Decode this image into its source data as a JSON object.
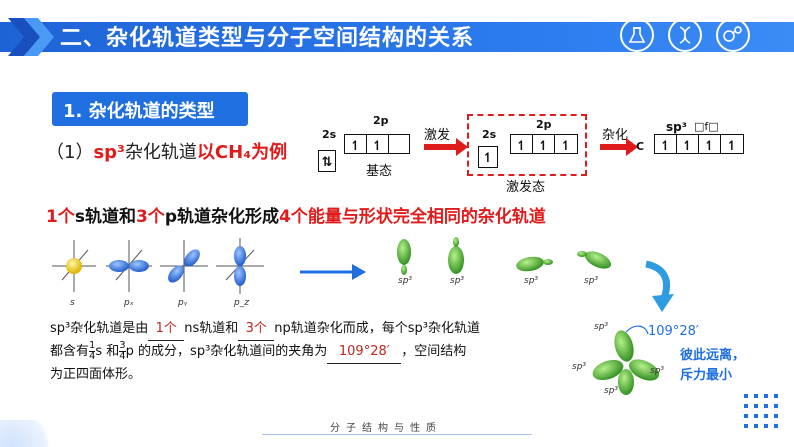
{
  "header": {
    "title": "二、杂化轨道类型与分子空间结构的关系",
    "icons": [
      "flask-icon",
      "dna-icon",
      "molecule-icon"
    ]
  },
  "section": {
    "tag": "1. 杂化轨道的类型",
    "subheading_prefix": "（1）",
    "subheading_sp3": "sp³",
    "subheading_mid": "杂化轨道",
    "subheading_red": "以CH₄为例"
  },
  "orbital_diagram": {
    "ground": {
      "s_label": "2s",
      "p_label": "2p",
      "caption": "基态",
      "s_fill": "⇅",
      "p_fill": [
        "↿",
        "↿",
        ""
      ]
    },
    "arrow1_label": "激发",
    "excited": {
      "s_label": "2s",
      "p_label": "2p",
      "caption": "激发态",
      "s_fill": "↿",
      "p_fill": [
        "↿",
        "↿",
        "↿"
      ]
    },
    "arrow2_label": "杂化",
    "arrow2_sub": "C",
    "hybrid": {
      "label": "sp³",
      "label_extra": "□f□",
      "fill": [
        "↿",
        "↿",
        "↿",
        "↿"
      ]
    }
  },
  "statement": {
    "p1": "1个",
    "p2": "s轨道和",
    "p3": "3个",
    "p4": "p轨道杂化形成",
    "p5": "4个能量与形状完全相同的杂化轨道"
  },
  "orbital_labels": {
    "pure": [
      "s",
      "pₓ",
      "pᵧ",
      "p_z"
    ],
    "hybrid": [
      "sp³",
      "sp³",
      "sp³",
      "sp³"
    ]
  },
  "paragraph": {
    "t1": "sp³杂化轨道是由",
    "b1": "1个",
    "t2": "ns轨道和",
    "b2": "3个",
    "t3": "np轨道杂化而成，每个sp³杂化轨道",
    "t4": "都含有",
    "f1_num": "1",
    "f1_den": "4",
    "t5": "s 和",
    "f2_num": "3",
    "f2_den": "4",
    "t6": "p 的成分，sp³杂化轨道间的夹角为",
    "b3": "109°28′",
    "t7": "，空间结构",
    "t8": "为正四面体形。"
  },
  "tetra": {
    "angle": "109°28′",
    "labels": [
      "sp³",
      "sp³",
      "sp³",
      "sp³"
    ],
    "note_line1": "彼此远离，",
    "note_line2": "斥力最小"
  },
  "footer": {
    "text": "分子结构与性质"
  },
  "colors": {
    "accent_blue": "#1f6fe0",
    "red": "#e01b1b",
    "green": "#35a52a"
  }
}
